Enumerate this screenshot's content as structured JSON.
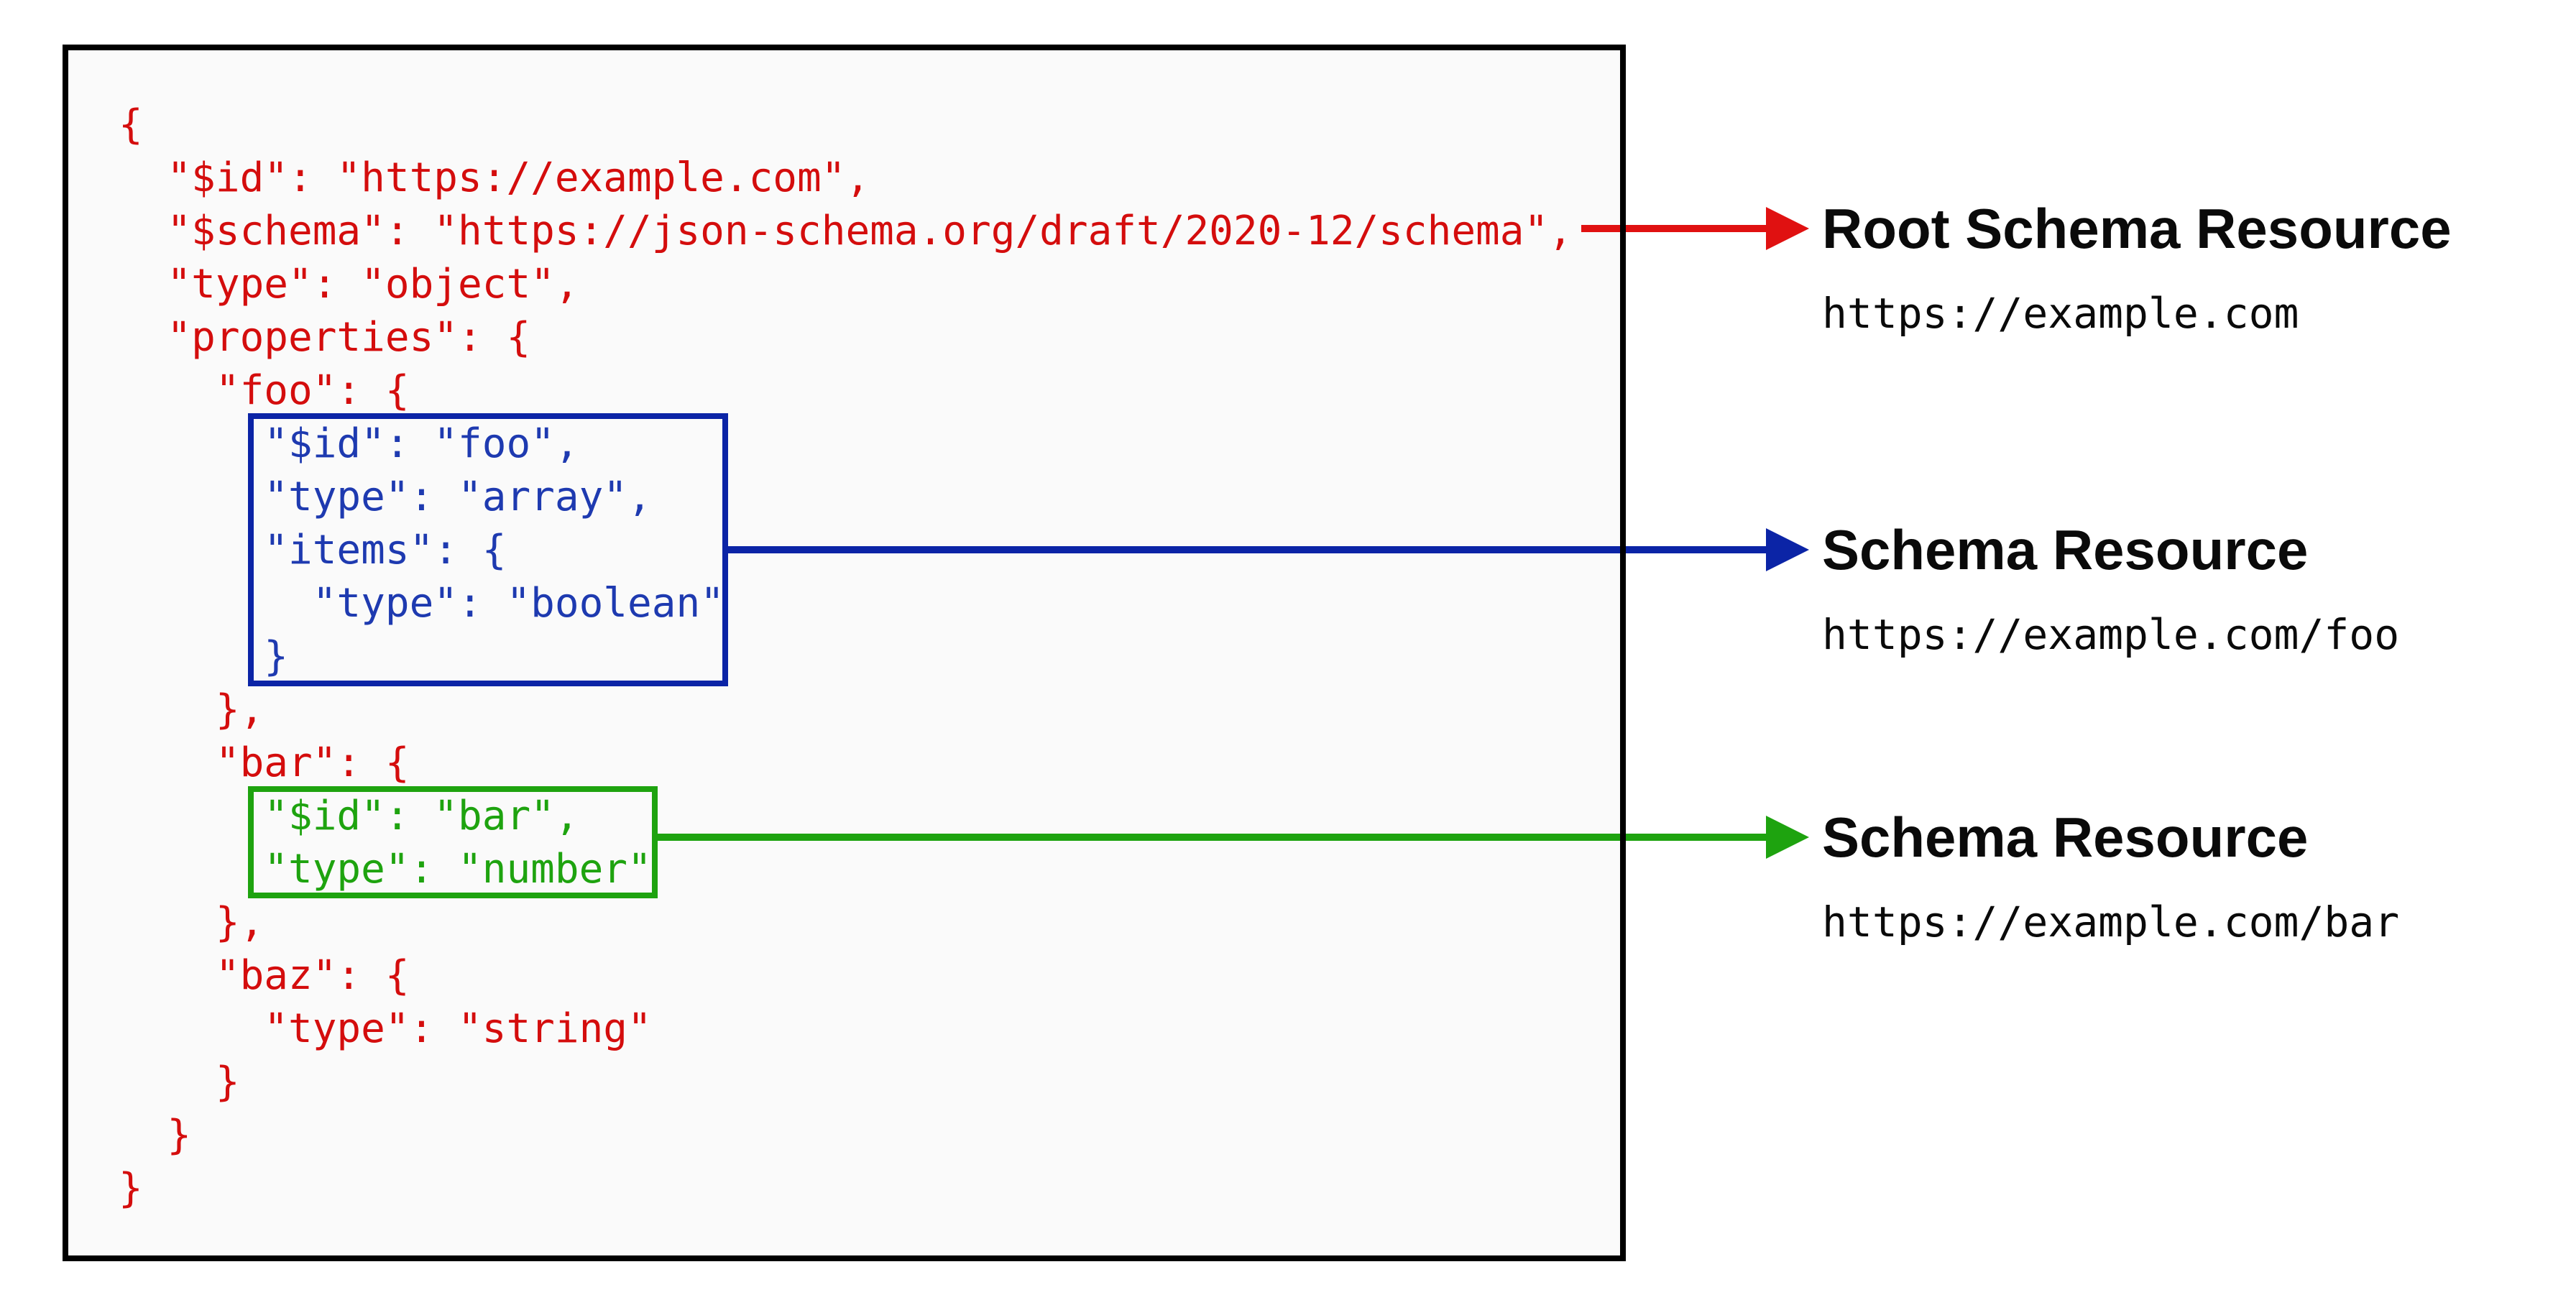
{
  "colors": {
    "code_red": "#d40d0d",
    "arrow_red": "#e01111",
    "blue": "#0b24a6",
    "blue_text": "#1e3ab0",
    "green": "#1ea30f",
    "panel_background": "#fafafa",
    "panel_border": "#000000",
    "label_text": "#0a0a0a"
  },
  "code": {
    "lines": [
      {
        "text": "{",
        "color": "red"
      },
      {
        "text": "  \"$id\": \"https://example.com\",",
        "color": "red"
      },
      {
        "text": "  \"$schema\": \"https://json-schema.org/draft/2020-12/schema\",",
        "color": "red"
      },
      {
        "text": "  \"type\": \"object\",",
        "color": "red"
      },
      {
        "text": "  \"properties\": {",
        "color": "red"
      },
      {
        "text": "    \"foo\": {",
        "color": "red"
      },
      {
        "text": "      \"$id\": \"foo\",",
        "color": "blue"
      },
      {
        "text": "      \"type\": \"array\",",
        "color": "blue"
      },
      {
        "text": "      \"items\": {",
        "color": "blue"
      },
      {
        "text": "        \"type\": \"boolean\"",
        "color": "blue"
      },
      {
        "text": "      }",
        "color": "blue"
      },
      {
        "text": "    },",
        "color": "red"
      },
      {
        "text": "    \"bar\": {",
        "color": "red"
      },
      {
        "text": "      \"$id\": \"bar\",",
        "color": "green"
      },
      {
        "text": "      \"type\": \"number\"",
        "color": "green"
      },
      {
        "text": "    },",
        "color": "red"
      },
      {
        "text": "    \"baz\": {",
        "color": "red"
      },
      {
        "text": "      \"type\": \"string\"",
        "color": "red"
      },
      {
        "text": "    }",
        "color": "red"
      },
      {
        "text": "  }",
        "color": "red"
      },
      {
        "text": "}",
        "color": "red"
      }
    ]
  },
  "labels": [
    {
      "title": "Root Schema Resource",
      "url": "https://example.com",
      "arrow_color": "red"
    },
    {
      "title": "Schema Resource",
      "url": "https://example.com/foo",
      "arrow_color": "blue"
    },
    {
      "title": "Schema Resource",
      "url": "https://example.com/bar",
      "arrow_color": "green"
    }
  ]
}
